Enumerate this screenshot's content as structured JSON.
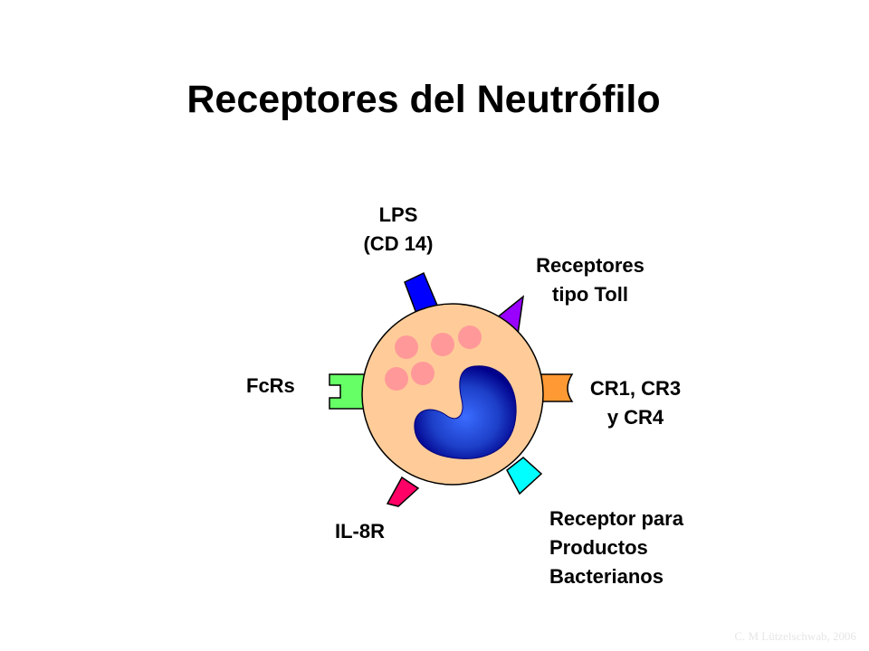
{
  "title": "Receptores del Neutrófilo",
  "labels": {
    "lps": [
      "LPS",
      "(CD 14)"
    ],
    "toll": [
      "Receptores",
      "tipo Toll"
    ],
    "fcrs": [
      "FcRs"
    ],
    "cr": [
      "CR1, CR3",
      "y CR4"
    ],
    "il8r": [
      "IL-8R"
    ],
    "bacterial": [
      "Receptor para",
      "Productos",
      "Bacterianos"
    ]
  },
  "credit": "C. M Lützelschwab, 2006",
  "colors": {
    "cytoplasm": "#FFCC99",
    "nucleus_outer": "#000099",
    "nucleus_inner": "#3366FF",
    "granules": "#FF9999",
    "lps_receptor": "#0000FF",
    "toll_receptor": "#9900FF",
    "fc_receptor": "#66FF66",
    "cr_receptor": "#FF9933",
    "il8_receptor": "#FF0066",
    "bacterial_receptor": "#00FFFF"
  }
}
